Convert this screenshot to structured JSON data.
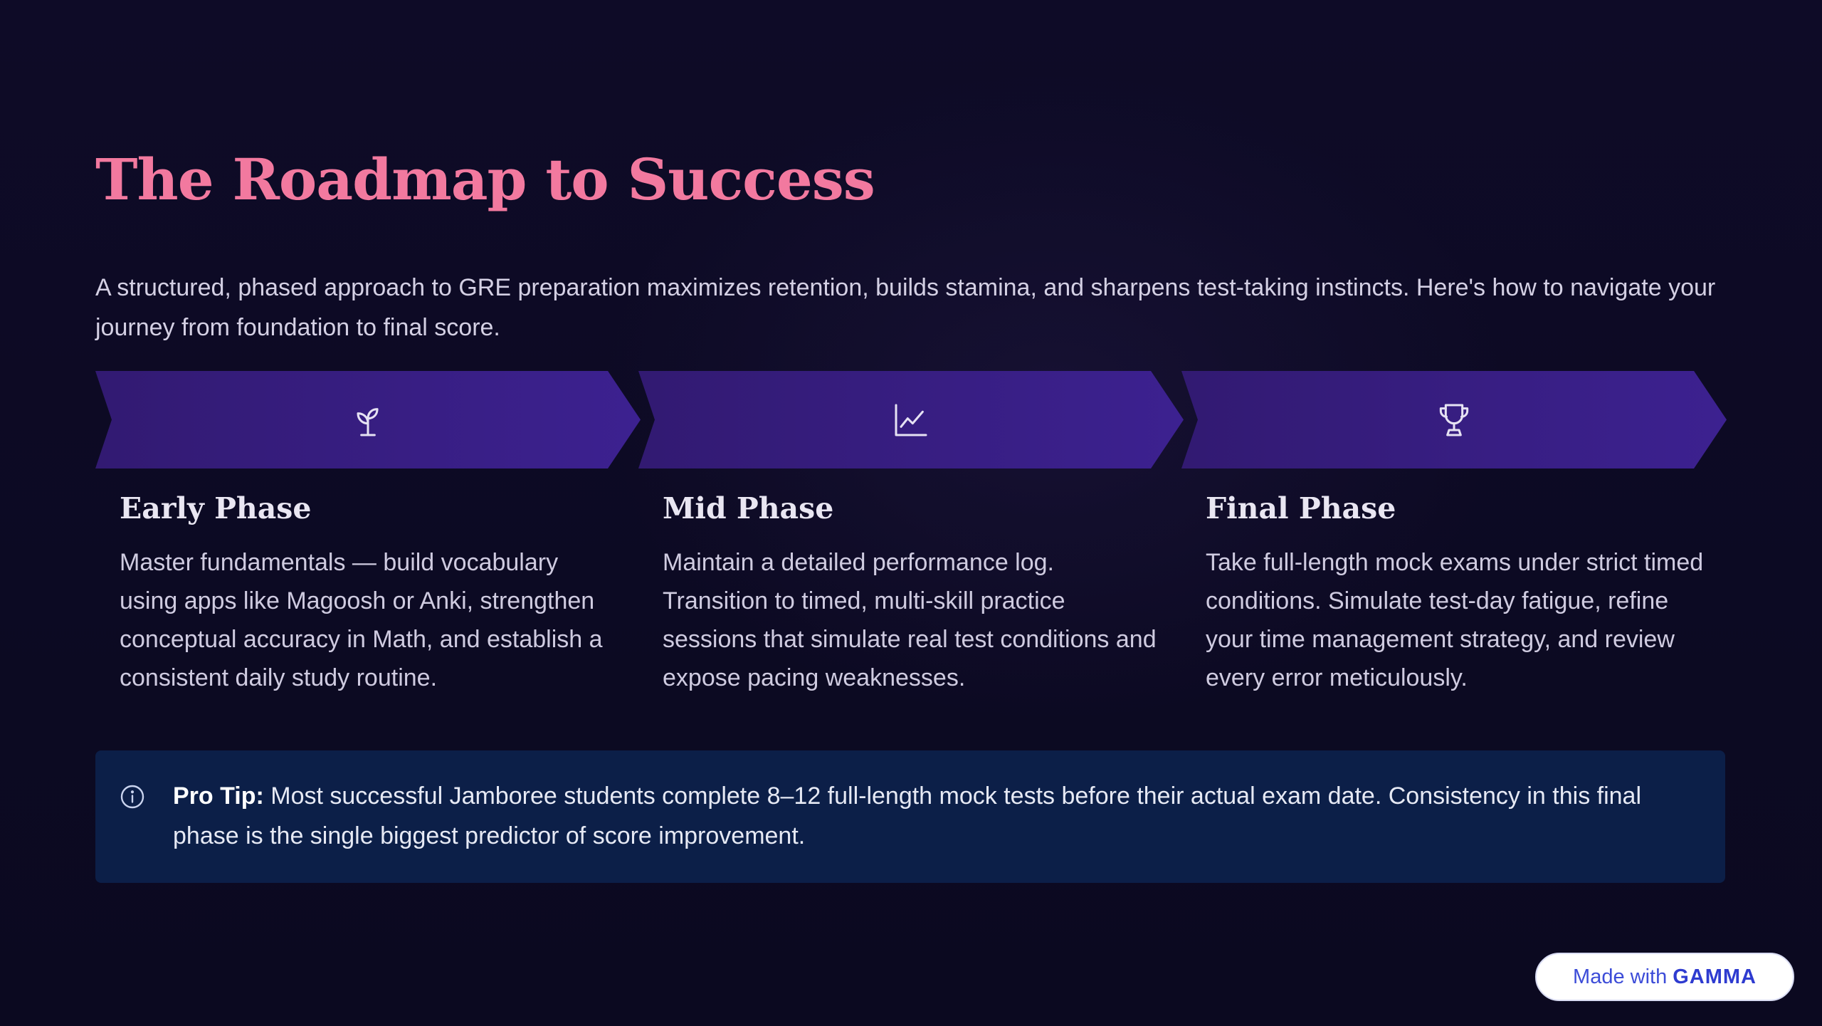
{
  "title": "The Roadmap to Success",
  "subtitle": "A structured, phased approach to GRE preparation maximizes retention, builds stamina, and sharpens test-taking instincts. Here's how to navigate your journey from foundation to final score.",
  "phases": [
    {
      "icon": "sprout-icon",
      "title": "Early Phase",
      "body": "Master fundamentals — build vocabulary using apps like Magoosh or Anki, strengthen conceptual accuracy in Math, and establish a consistent daily study routine."
    },
    {
      "icon": "line-chart-icon",
      "title": "Mid Phase",
      "body": "Maintain a detailed performance log. Transition to timed, multi-skill practice sessions that simulate real test conditions and expose pacing weaknesses."
    },
    {
      "icon": "trophy-icon",
      "title": "Final Phase",
      "body": "Take full-length mock exams under strict timed conditions. Simulate test-day fatigue, refine your time management strategy, and review every error meticulously."
    }
  ],
  "tip": {
    "icon": "info-icon",
    "label": "Pro Tip:",
    "text": " Most successful Jamboree students complete 8–12 full-length mock tests before their actual exam date. Consistency in this final phase is the single biggest predictor of score improvement."
  },
  "badge": {
    "prefix": "Made with",
    "brand": "GAMMA"
  },
  "colors": {
    "background": "#0d0a24",
    "title": "#f2799f",
    "chevron": "#3c2190",
    "tip_background": "#0c1f48",
    "badge_text": "#3c4cd8"
  }
}
